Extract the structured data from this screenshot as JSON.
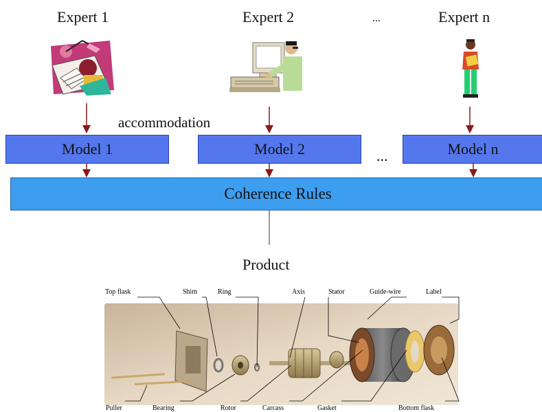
{
  "experts": [
    {
      "label": "Expert 1",
      "icon": "architect-drawing-icon"
    },
    {
      "label": "Expert 2",
      "icon": "computer-operator-icon"
    },
    {
      "label": "Expert n",
      "icon": "standing-person-icon"
    }
  ],
  "experts_ellipsis": "...",
  "accommodation": "accommodation",
  "models": [
    "Model 1",
    "Model 2",
    "Model n"
  ],
  "models_ellipsis": "...",
  "coherence_rules": "Coherence Rules",
  "product": "Product",
  "parts_top": [
    "Top flask",
    "Shim",
    "Ring",
    "Axis",
    "Stator",
    "Guide-wire",
    "Label"
  ],
  "parts_bottom": [
    "Puller",
    "Bearing",
    "Rotor",
    "Carcass",
    "Gasket",
    "Bottom flask"
  ],
  "colors": {
    "model_box": "#5577ee",
    "coherence_box": "#3d9ef0",
    "arrow": "#8b1a1a"
  }
}
